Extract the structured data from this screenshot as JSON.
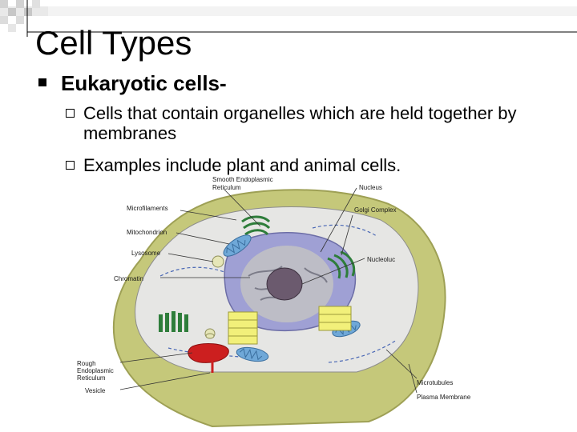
{
  "slide": {
    "title": "Cell Types",
    "bullet": "Eukaryotic cells-",
    "sub_bullets": [
      "Cells that contain organelles which are held together by membranes",
      "Examples include plant and animal cells."
    ]
  },
  "diagram": {
    "labels": {
      "smooth_er": [
        "Smooth Endoplasmic",
        "Reticulum"
      ],
      "nucleus": "Nucleus",
      "microfilaments": "Microfilaments",
      "golgi": "Golgi Complex",
      "mitochondrion": "Mitochondrion",
      "lysosome": "Lysosome",
      "nucleolus": "Nucleoluc",
      "chromatin": "Chromatin",
      "rough_er": [
        "Rough",
        "Endoplasmic",
        "Reticulum"
      ],
      "microtubules": "Microtubules",
      "vesicle": "Vesicle",
      "plasma_membrane": "Plasma Membrane"
    },
    "colors": {
      "cell_wall": "#c5c87a",
      "cytoplasm": "#e6e6e4",
      "nucleus": "#9fa0d4",
      "nucleolus": "#6b5a6e",
      "golgi": "#2e7d3a",
      "mitochondrion": "#6fa8d8",
      "rough_er": "#f2f07a",
      "vesicle": "#cc1f1f"
    }
  }
}
